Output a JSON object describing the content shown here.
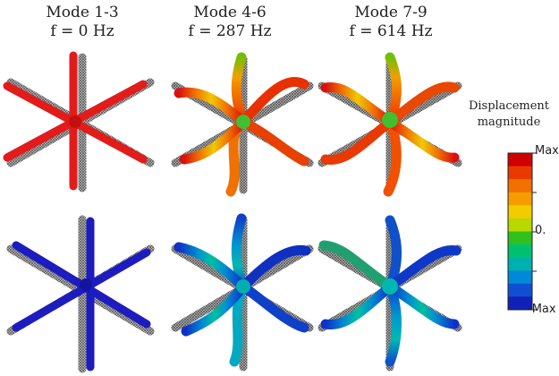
{
  "modes": [
    {
      "title": "Mode 1-3",
      "freq": "f = 0 Hz"
    },
    {
      "title": "Mode 4-6",
      "freq": "f = 287 Hz"
    },
    {
      "title": "Mode 7-9",
      "freq": "f = 614 Hz"
    }
  ],
  "legend": {
    "title_line1": "Displacement",
    "title_line2": "magnitude",
    "max_label": "Max",
    "mid_label": "0.",
    "min_label": "-Max",
    "colors": [
      "#d00000",
      "#e83a00",
      "#f07000",
      "#f59c00",
      "#f0cc00",
      "#b8d800",
      "#30c020",
      "#00c070",
      "#00b0b0",
      "#0088d8",
      "#1050d0",
      "#1020b8"
    ]
  },
  "colors": {
    "undeformed": "#555555",
    "mode1_top": "#e21b1b",
    "mode1_bottom": "#1c1cc0"
  }
}
